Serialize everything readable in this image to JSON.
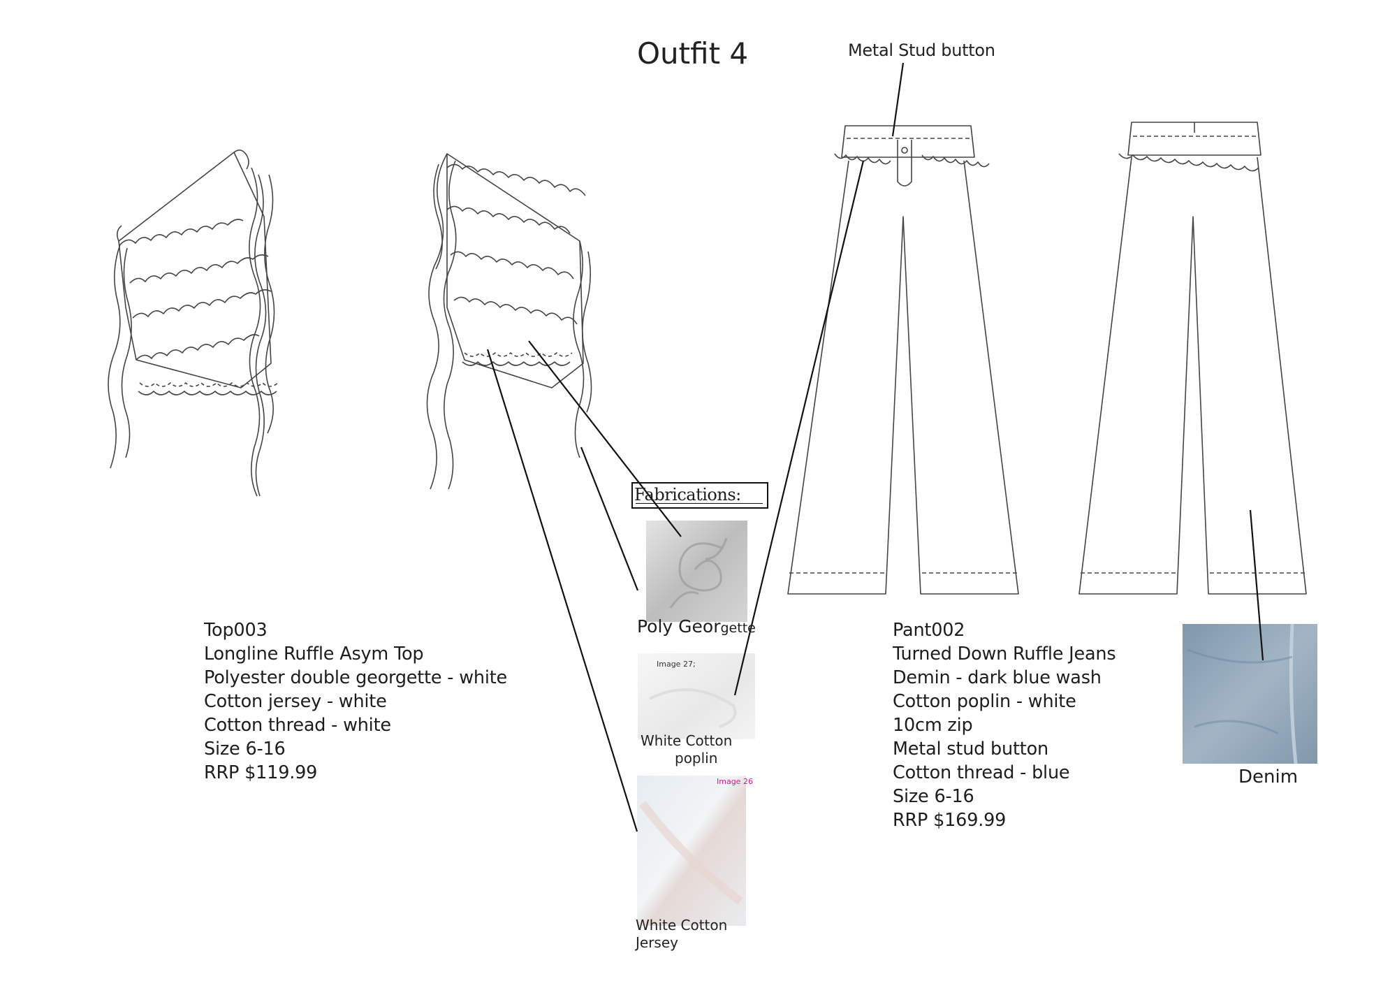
{
  "header": {
    "title": "Outfit 4"
  },
  "callouts": {
    "metal_stud": "Metal Stud button"
  },
  "fabrications": {
    "heading": "Fabrications:",
    "swatches": [
      {
        "label": "Poly Geor",
        "label_tail": "gette",
        "color": "#d9d9d9"
      },
      {
        "label_line1": "White Cotton",
        "label_line2": "poplin",
        "overlay": "Image 27;",
        "color": "#f1f1f1"
      },
      {
        "label_line1": "White Cotton",
        "label_line2": "Jersey",
        "overlay": "Image 26",
        "color": "#e3e7ec",
        "overlay_color": "#d01a8a"
      }
    ]
  },
  "top": {
    "lines": [
      "Top003",
      "Longline Ruffle Asym Top",
      "Polyester double georgette - white",
      "Cotton jersey - white",
      "Cotton thread - white",
      "Size 6-16",
      "RRP $119.99"
    ]
  },
  "pant": {
    "lines": [
      "Pant002",
      "Turned Down Ruffle Jeans",
      "Demin - dark blue wash",
      "Cotton poplin - white",
      "10cm zip",
      "Metal stud button",
      "Cotton thread - blue",
      "Size 6-16",
      "RRP $169.99"
    ],
    "denim_label": "Denim",
    "denim_color": "#8ea5b8"
  }
}
